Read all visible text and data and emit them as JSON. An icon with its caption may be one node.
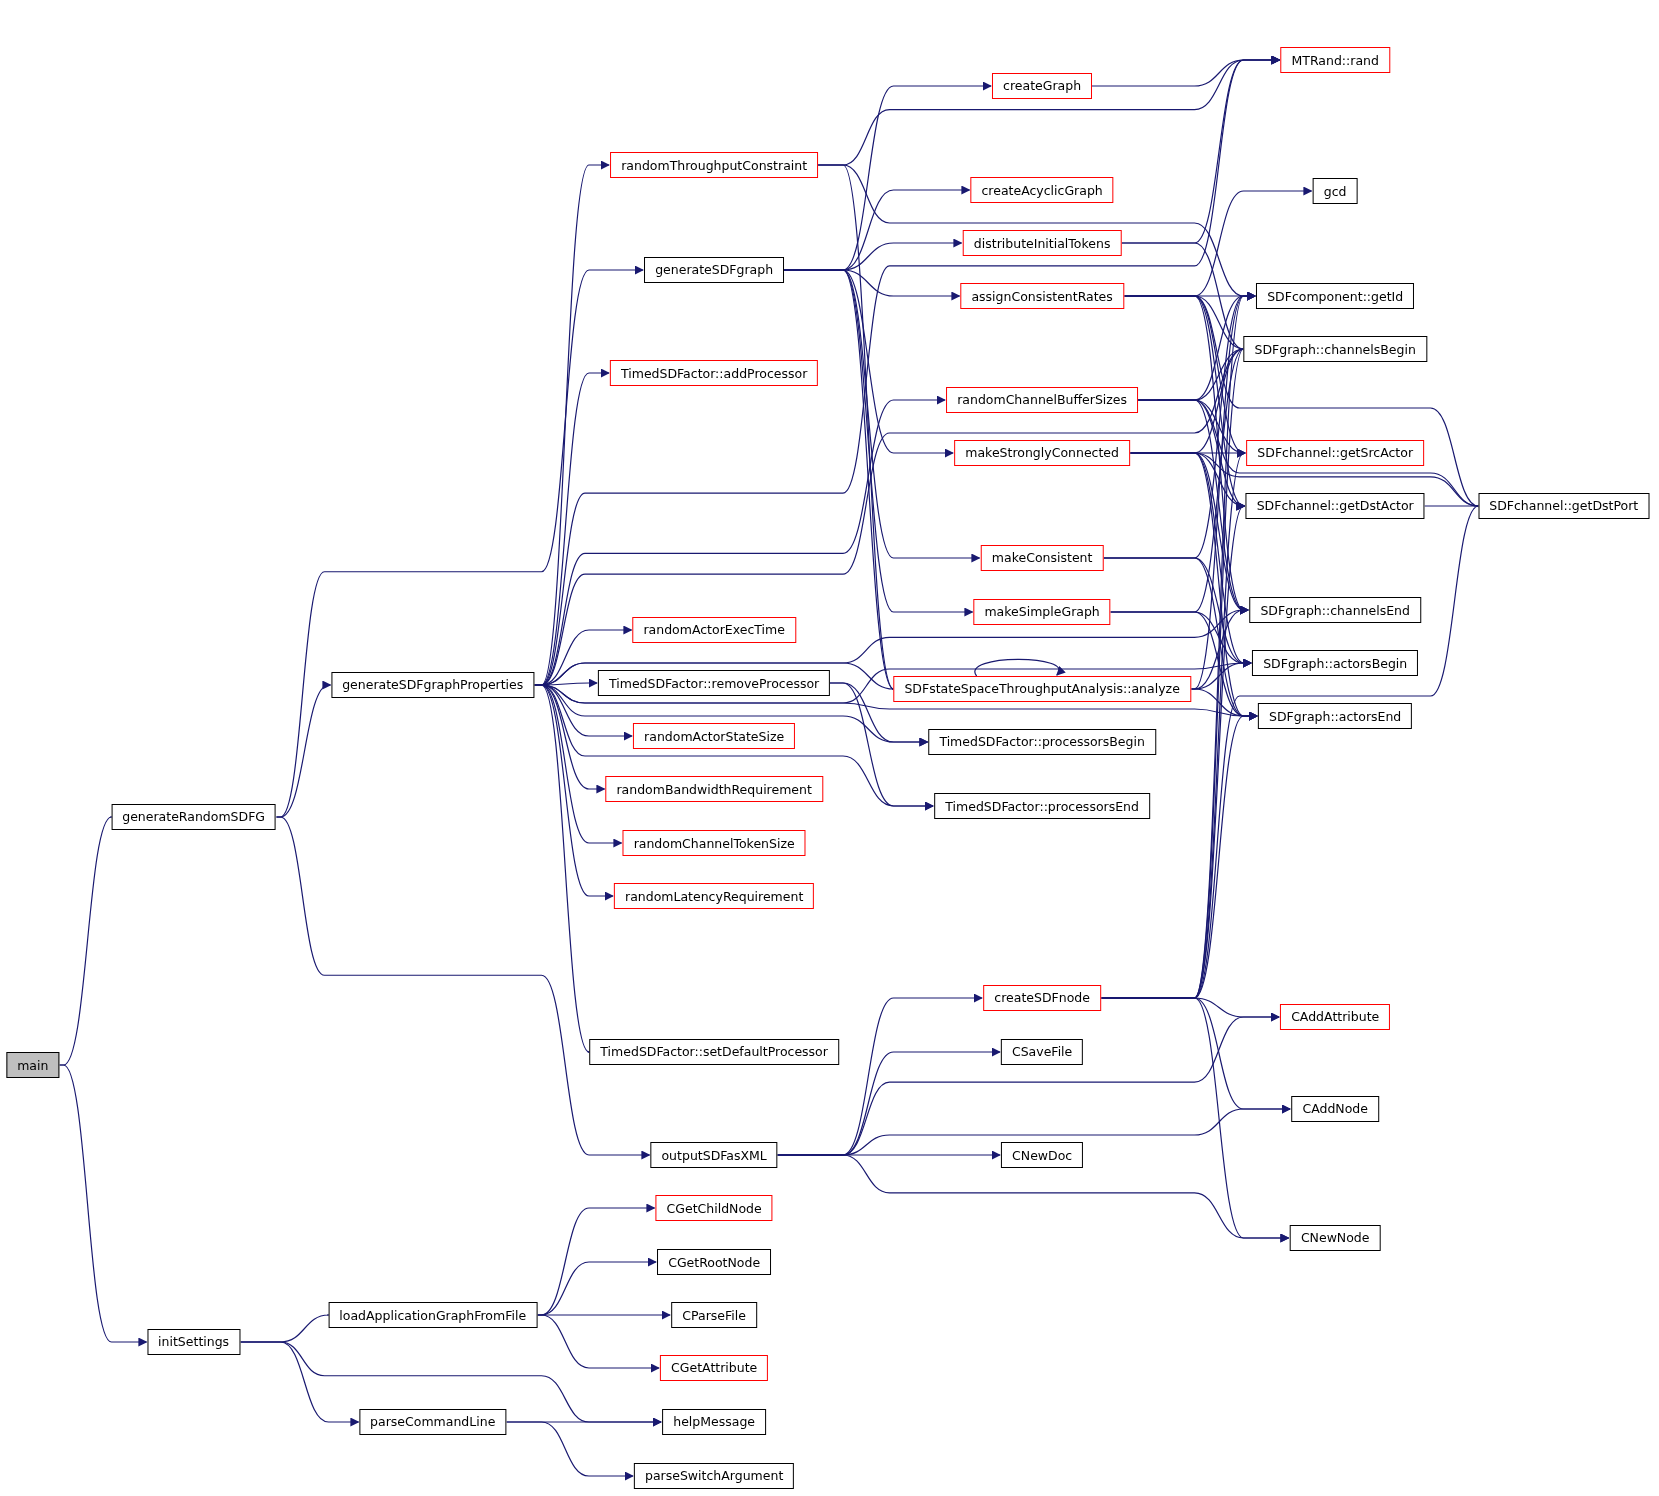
{
  "diagram": {
    "nodes": [
      {
        "text": [
          "main"
        ]
      },
      {
        "text": [
          "generateRandomSDFG"
        ]
      },
      {
        "text": [
          "initSettings"
        ]
      },
      {
        "text": [
          "generateSDFgraphProperties"
        ]
      },
      {
        "text": [
          "outputSDFasXML"
        ]
      },
      {
        "text": [
          "loadApplicationGraphFromFile"
        ]
      },
      {
        "text": [
          "parseCommandLine"
        ]
      },
      {
        "text": [
          "randomThroughputConstraint"
        ]
      },
      {
        "text": [
          "generateSDFgraph"
        ]
      },
      {
        "text": [
          "TimedSDFactor::addProcessor"
        ]
      },
      {
        "text": [
          "randomActorExecTime"
        ]
      },
      {
        "text": [
          "TimedSDFactor::removeProcessor"
        ]
      },
      {
        "text": [
          "randomActorStateSize"
        ]
      },
      {
        "text": [
          "randomBandwidthRequirement"
        ]
      },
      {
        "text": [
          "randomChannelTokenSize"
        ]
      },
      {
        "text": [
          "randomLatencyRequirement"
        ]
      },
      {
        "text": [
          "TimedSDFactor::setDefaultProcessor"
        ]
      },
      {
        "text": [
          "CGetChildNode"
        ]
      },
      {
        "text": [
          "CGetRootNode"
        ]
      },
      {
        "text": [
          "CParseFile"
        ]
      },
      {
        "text": [
          "CGetAttribute"
        ]
      },
      {
        "text": [
          "helpMessage"
        ]
      },
      {
        "text": [
          "parseSwitchArgument"
        ]
      },
      {
        "text": [
          "createGraph"
        ]
      },
      {
        "text": [
          "createAcyclicGraph"
        ]
      },
      {
        "text": [
          "distributeInitialTokens"
        ]
      },
      {
        "text": [
          "assignConsistentRates"
        ]
      },
      {
        "text": [
          "randomChannelBufferSizes"
        ]
      },
      {
        "text": [
          "makeStronglyConnected"
        ]
      },
      {
        "text": [
          "makeConsistent"
        ]
      },
      {
        "text": [
          "makeSimpleGraph"
        ]
      },
      {
        "text": [
          "SDFstateSpaceThroughputAnalysis::analyze"
        ]
      },
      {
        "text": [
          "TimedSDFactor::processorsBegin"
        ]
      },
      {
        "text": [
          "TimedSDFactor::processorsEnd"
        ]
      },
      {
        "text": [
          "createSDFnode"
        ]
      },
      {
        "text": [
          "CSaveFile"
        ]
      },
      {
        "text": [
          "CNewDoc"
        ]
      },
      {
        "text": [
          "MTRand::rand"
        ]
      },
      {
        "text": [
          "gcd"
        ]
      },
      {
        "text": [
          "SDFcomponent::getId"
        ]
      },
      {
        "text": [
          "SDFgraph::channelsBegin"
        ]
      },
      {
        "text": [
          "SDFchannel::getSrcActor"
        ]
      },
      {
        "text": [
          "SDFchannel::getDstActor"
        ]
      },
      {
        "text": [
          "SDFgraph::channelsEnd"
        ]
      },
      {
        "text": [
          "SDFgraph::actorsBegin"
        ]
      },
      {
        "text": [
          "SDFgraph::actorsEnd"
        ]
      },
      {
        "text": [
          "CAddAttribute"
        ]
      },
      {
        "text": [
          "CAddNode"
        ]
      },
      {
        "text": [
          "CNewNode"
        ]
      },
      {
        "text": [
          "SDFchannel::getDstPort"
        ]
      }
    ],
    "edges": [
      {
        "from": 0,
        "to": 1,
        "arrow": "to"
      },
      {
        "from": 0,
        "to": 2,
        "arrow": "to"
      },
      {
        "from": 1,
        "to": 3,
        "arrow": "to"
      },
      {
        "from": 1,
        "to": 4,
        "arrow": "to"
      },
      {
        "from": 1,
        "to": 8,
        "arrow": "to"
      },
      {
        "from": 2,
        "to": 5,
        "arrow": "to"
      },
      {
        "from": 2,
        "to": 21,
        "arrow": "to"
      },
      {
        "from": 2,
        "to": 6,
        "arrow": "to"
      },
      {
        "from": 3,
        "to": 37,
        "arrow": "to"
      },
      {
        "from": 3,
        "to": 7,
        "arrow": "to"
      },
      {
        "from": 3,
        "to": 40,
        "arrow": "to"
      },
      {
        "from": 3,
        "to": 9,
        "arrow": "to"
      },
      {
        "from": 3,
        "to": 27,
        "arrow": "to"
      },
      {
        "from": 3,
        "to": 43,
        "arrow": "to"
      },
      {
        "from": 3,
        "to": 32,
        "arrow": "to"
      },
      {
        "from": 3,
        "to": 31,
        "arrow": "to"
      },
      {
        "from": 3,
        "to": 10,
        "arrow": "to"
      },
      {
        "from": 3,
        "to": 11,
        "arrow": "to"
      },
      {
        "from": 3,
        "to": 12,
        "arrow": "to"
      },
      {
        "from": 3,
        "to": 13,
        "arrow": "to"
      },
      {
        "from": 3,
        "to": 14,
        "arrow": "to"
      },
      {
        "from": 3,
        "to": 15,
        "arrow": "to"
      },
      {
        "from": 3,
        "to": 16,
        "arrow": "to"
      },
      {
        "from": 3,
        "to": 33,
        "arrow": "to"
      },
      {
        "from": 3,
        "to": 44,
        "arrow": "to"
      },
      {
        "from": 3,
        "to": 45,
        "arrow": "to"
      },
      {
        "from": 5,
        "to": 17,
        "arrow": "to"
      },
      {
        "from": 5,
        "to": 18,
        "arrow": "to"
      },
      {
        "from": 5,
        "to": 19,
        "arrow": "to"
      },
      {
        "from": 5,
        "to": 20,
        "arrow": "to"
      },
      {
        "from": 6,
        "to": 21,
        "arrow": "to"
      },
      {
        "from": 6,
        "to": 22,
        "arrow": "to"
      },
      {
        "from": 7,
        "to": 37,
        "arrow": "to"
      },
      {
        "from": 7,
        "to": 39,
        "arrow": "to"
      },
      {
        "from": 7,
        "to": 31,
        "arrow": "to"
      },
      {
        "from": 8,
        "to": 23,
        "arrow": "to"
      },
      {
        "from": 8,
        "to": 24,
        "arrow": "to"
      },
      {
        "from": 8,
        "to": 25,
        "arrow": "to"
      },
      {
        "from": 8,
        "to": 26,
        "arrow": "to"
      },
      {
        "from": 8,
        "to": 28,
        "arrow": "to"
      },
      {
        "from": 8,
        "to": 29,
        "arrow": "to"
      },
      {
        "from": 8,
        "to": 30,
        "arrow": "to"
      },
      {
        "from": 8,
        "to": 31,
        "arrow": "to"
      },
      {
        "from": 11,
        "to": 32,
        "arrow": "to"
      },
      {
        "from": 11,
        "to": 33,
        "arrow": "to"
      },
      {
        "from": 4,
        "to": 34,
        "arrow": "to"
      },
      {
        "from": 4,
        "to": 35,
        "arrow": "to"
      },
      {
        "from": 4,
        "to": 46,
        "arrow": "to"
      },
      {
        "from": 4,
        "to": 36,
        "arrow": "to"
      },
      {
        "from": 4,
        "to": 47,
        "arrow": "to"
      },
      {
        "from": 4,
        "to": 48,
        "arrow": "to"
      },
      {
        "from": 23,
        "to": 37,
        "arrow": "to"
      },
      {
        "from": 25,
        "to": 37,
        "arrow": "to"
      },
      {
        "from": 25,
        "to": 40,
        "arrow": "to"
      },
      {
        "from": 26,
        "to": 38,
        "arrow": "to"
      },
      {
        "from": 26,
        "to": 49,
        "arrow": "to"
      },
      {
        "from": 26,
        "to": 39,
        "arrow": "to"
      },
      {
        "from": 26,
        "to": 40,
        "arrow": "to"
      },
      {
        "from": 26,
        "to": 41,
        "arrow": "to"
      },
      {
        "from": 26,
        "to": 42,
        "arrow": "to"
      },
      {
        "from": 26,
        "to": 43,
        "arrow": "to"
      },
      {
        "from": 27,
        "to": 39,
        "arrow": "to"
      },
      {
        "from": 27,
        "to": 40,
        "arrow": "to"
      },
      {
        "from": 27,
        "to": 49,
        "arrow": "to"
      },
      {
        "from": 27,
        "to": 41,
        "arrow": "to"
      },
      {
        "from": 27,
        "to": 42,
        "arrow": "to"
      },
      {
        "from": 27,
        "to": 43,
        "arrow": "to"
      },
      {
        "from": 28,
        "to": 40,
        "arrow": "to"
      },
      {
        "from": 28,
        "to": 41,
        "arrow": "to"
      },
      {
        "from": 28,
        "to": 42,
        "arrow": "to"
      },
      {
        "from": 28,
        "to": 49,
        "arrow": "to"
      },
      {
        "from": 28,
        "to": 43,
        "arrow": "to"
      },
      {
        "from": 28,
        "to": 44,
        "arrow": "to"
      },
      {
        "from": 28,
        "to": 45,
        "arrow": "to"
      },
      {
        "from": 29,
        "to": 39,
        "arrow": "to"
      },
      {
        "from": 29,
        "to": 44,
        "arrow": "to"
      },
      {
        "from": 29,
        "to": 45,
        "arrow": "to"
      },
      {
        "from": 30,
        "to": 40,
        "arrow": "to"
      },
      {
        "from": 30,
        "to": 44,
        "arrow": "to"
      },
      {
        "from": 30,
        "to": 45,
        "arrow": "to"
      },
      {
        "from": 31,
        "to": 31,
        "arrow": "to"
      },
      {
        "from": 31,
        "to": 43,
        "arrow": "to"
      },
      {
        "from": 31,
        "to": 39,
        "arrow": "to"
      },
      {
        "from": 31,
        "to": 44,
        "arrow": "to"
      },
      {
        "from": 31,
        "to": 45,
        "arrow": "to"
      },
      {
        "from": 34,
        "to": 39,
        "arrow": "to"
      },
      {
        "from": 34,
        "to": 40,
        "arrow": "to"
      },
      {
        "from": 34,
        "to": 41,
        "arrow": "to"
      },
      {
        "from": 34,
        "to": 42,
        "arrow": "to"
      },
      {
        "from": 34,
        "to": 45,
        "arrow": "to"
      },
      {
        "from": 34,
        "to": 49,
        "arrow": "to"
      },
      {
        "from": 34,
        "to": 46,
        "arrow": "to"
      },
      {
        "from": 34,
        "to": 47,
        "arrow": "to"
      },
      {
        "from": 34,
        "to": 48,
        "arrow": "to"
      },
      {
        "from": 42,
        "to": 49,
        "arrow": "to"
      }
    ]
  }
}
